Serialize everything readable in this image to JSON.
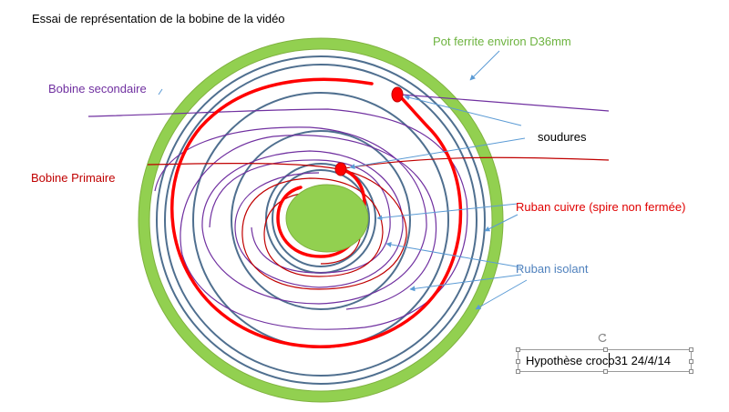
{
  "title": "Essai de représentation de la bobine de la vidéo",
  "labels": {
    "pot": "Pot ferrite environ D36mm",
    "secondaire": "Bobine secondaire",
    "soudures": "soudures",
    "primaire": "Bobine Primaire",
    "cuivre": "Ruban cuivre (spire non fermée)",
    "isolant": "Ruban isolant"
  },
  "note": "Hypothèse croco31 24/4/14",
  "colors": {
    "ferrite": "#92d050",
    "insulation": "#4f6f8f",
    "copper": "#ff0000",
    "primary": "#c00000",
    "secondary": "#7030a0",
    "arrow": "#5b9bd5"
  }
}
